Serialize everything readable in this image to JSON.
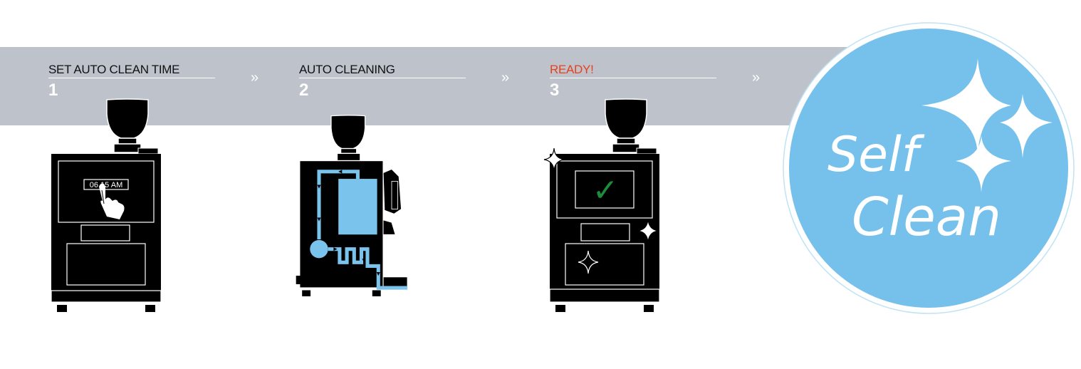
{
  "steps": [
    {
      "label": "SET AUTO CLEAN TIME",
      "number": "1"
    },
    {
      "label": "AUTO CLEANING",
      "number": "2"
    },
    {
      "label": "READY!",
      "number": "3"
    }
  ],
  "chevron": "»",
  "display_time": "06.15 AM",
  "checkmark": "✓",
  "badge": {
    "line1": "Self",
    "line2": "Clean"
  },
  "colors": {
    "band": "#bec3cb",
    "ready_label": "#e8401c",
    "water": "#79c3ec",
    "badge": "#76c1ec",
    "check": "#1e8a3c",
    "machine": "#000000"
  },
  "icons": {
    "tap": "hand-pointer-icon",
    "clean": "sparkle-icon",
    "done": "check-icon"
  }
}
